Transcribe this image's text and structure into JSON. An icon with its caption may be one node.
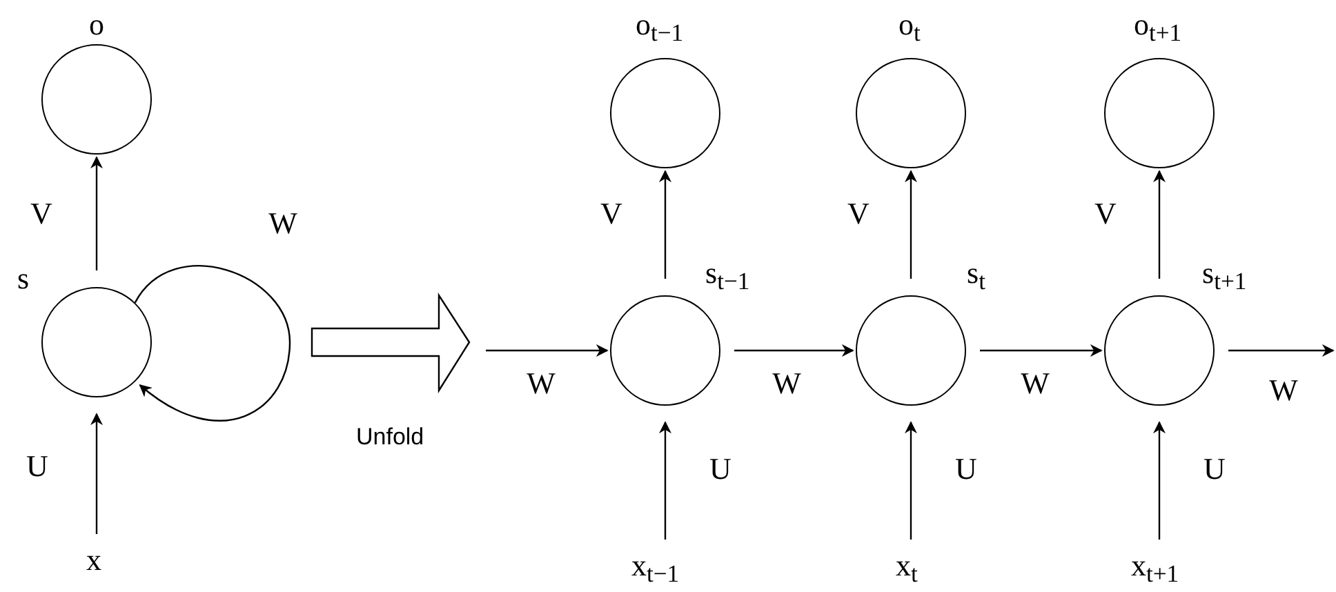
{
  "diagram": {
    "nodes": [
      {
        "text": [
          "o"
        ]
      },
      {
        "text": [
          "s"
        ]
      },
      {
        "text": [
          "x"
        ]
      },
      {
        "text": [
          "o$_{t−1}$"
        ]
      },
      {
        "text": [
          "s$_{t−1}$"
        ]
      },
      {
        "text": [
          "x$_{t−1}$"
        ]
      },
      {
        "text": [
          "o$_{t}$"
        ]
      },
      {
        "text": [
          "s$_{t}$"
        ]
      },
      {
        "text": [
          "x$_{t}$"
        ]
      },
      {
        "text": [
          "o$_{t+1}$"
        ]
      },
      {
        "text": [
          "s$_{t+1}$"
        ]
      },
      {
        "text": [
          "x$_{t+1}$"
        ]
      }
    ],
    "edges": [
      {
        "from": 2,
        "to": 1,
        "arrow": "to",
        "label": "U"
      },
      {
        "from": 1,
        "to": 0,
        "arrow": "to",
        "label": "V"
      },
      {
        "from": 1,
        "to": 1,
        "arrow": "to",
        "label": "W"
      },
      {
        "from": 5,
        "to": 4,
        "arrow": "to",
        "label": "U"
      },
      {
        "from": 4,
        "to": 3,
        "arrow": "to",
        "label": "V"
      },
      {
        "from": 8,
        "to": 7,
        "arrow": "to",
        "label": "U"
      },
      {
        "from": 7,
        "to": 6,
        "arrow": "to",
        "label": "V"
      },
      {
        "from": 11,
        "to": 10,
        "arrow": "to",
        "label": "U"
      },
      {
        "from": 10,
        "to": 9,
        "arrow": "to",
        "label": "V"
      },
      {
        "from": null,
        "to": 4,
        "arrow": "to",
        "label": "W"
      },
      {
        "from": 4,
        "to": 7,
        "arrow": "to",
        "label": "W"
      },
      {
        "from": 7,
        "to": 10,
        "arrow": "to",
        "label": "W"
      },
      {
        "from": 10,
        "to": null,
        "arrow": "to",
        "label": "W"
      }
    ],
    "labels": [
      "Unfold"
    ]
  }
}
